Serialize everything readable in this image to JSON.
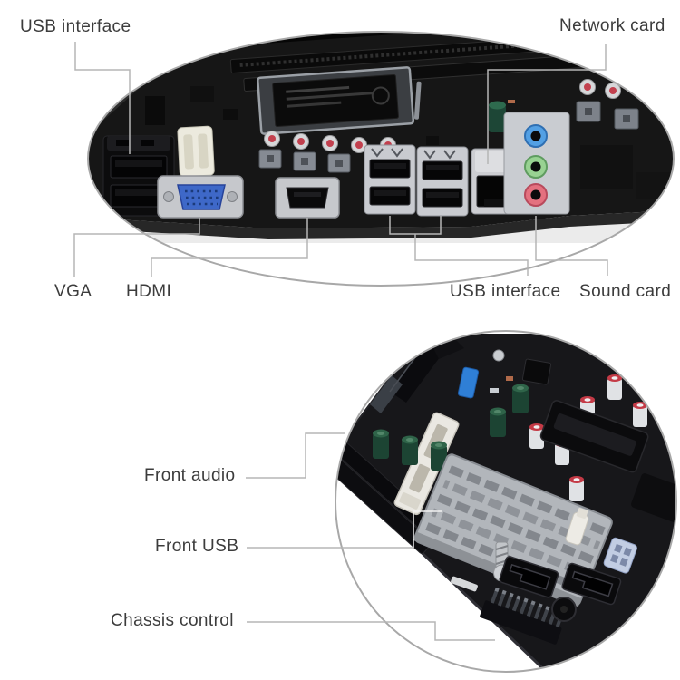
{
  "top_view": {
    "labels": {
      "usb_top": "USB interface",
      "network": "Network card",
      "vga": "VGA",
      "hdmi": "HDMI",
      "usb_bottom": "USB interface",
      "sound": "Sound card"
    },
    "components": [
      "dual-usb-ports-black",
      "power-connector-white",
      "vga-port",
      "hdmi-port",
      "dual-usb-ports-silver",
      "dual-usb-ports-silver",
      "rj45-ethernet-port",
      "audio-jacks-blue-green-pink",
      "cpu-socket",
      "ram-slots",
      "capacitors",
      "chokes"
    ]
  },
  "bottom_view": {
    "labels": {
      "front_audio": "Front audio",
      "front_usb": "Front USB",
      "chassis": "Chassis control"
    },
    "components": [
      "front-audio-header-white",
      "memory-slots",
      "green-capacitors",
      "red-top-capacitors",
      "aluminum-heatsink",
      "spring-screw",
      "sata-ports",
      "front-panel-pin-headers",
      "blue-jumper",
      "ide-connector",
      "light-blue-connector"
    ]
  },
  "colors": {
    "background": "#ffffff",
    "label_text": "#3c3c3c",
    "callout_line": "#b5b5b5",
    "frame_stroke": "#a8a8a8",
    "pcb_black": "#161616",
    "vga_blue": "#3e68c8",
    "audio_jack_blue": "#53a0e4",
    "audio_jack_green": "#98d292",
    "audio_jack_pink": "#e4717f",
    "jumper_blue": "#2f7fd6",
    "heatsink_silver": "#b2b6bb"
  }
}
